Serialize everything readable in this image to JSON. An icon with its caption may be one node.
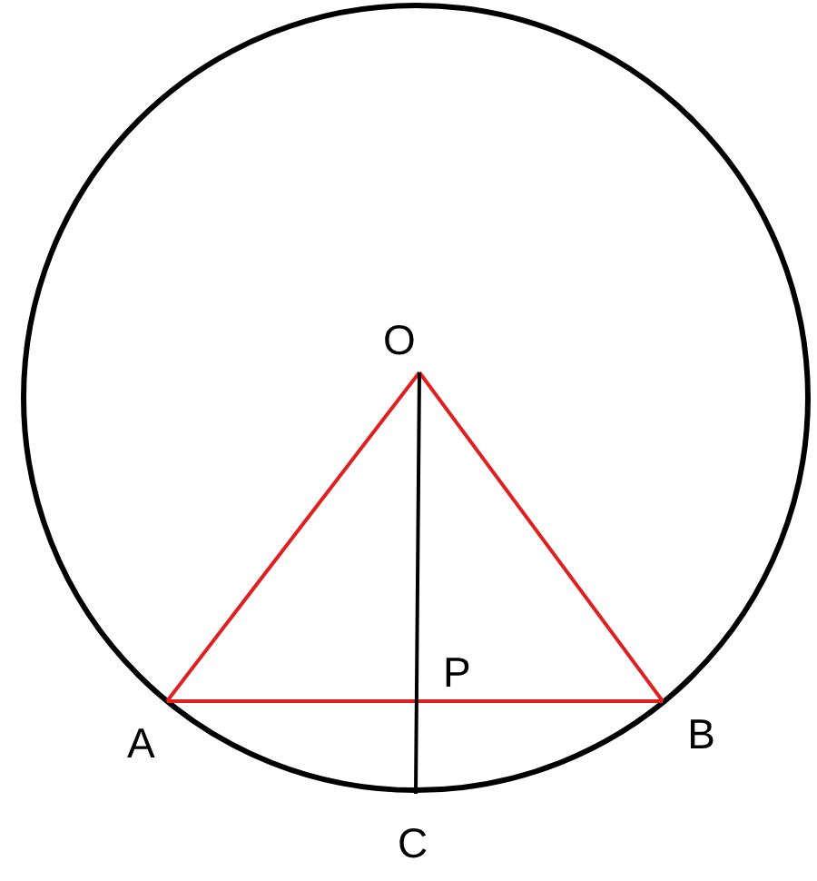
{
  "diagram": {
    "nodes": [
      {
        "text": [
          "O"
        ]
      },
      {
        "text": [
          "A"
        ]
      },
      {
        "text": [
          "B"
        ]
      },
      {
        "text": [
          "C"
        ]
      }
    ],
    "edges": [
      {
        "from": 0,
        "to": 1,
        "arrow": "none"
      },
      {
        "from": 0,
        "to": 2,
        "arrow": "none"
      },
      {
        "from": 1,
        "to": 2,
        "arrow": "none"
      },
      {
        "from": 0,
        "to": 3,
        "arrow": "none",
        "color": "#000000"
      }
    ],
    "labels": [
      "P"
    ]
  }
}
